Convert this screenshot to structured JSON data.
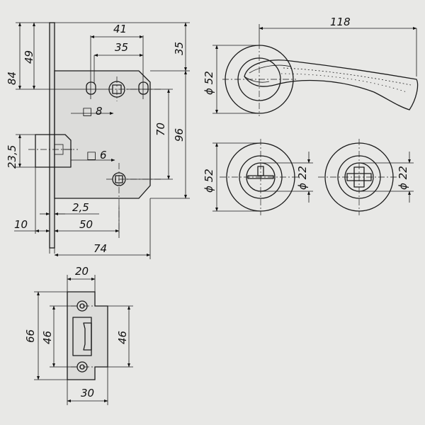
{
  "dimensions": {
    "lock_width_41": "41",
    "lock_width_35": "35",
    "top_35": "35",
    "height_84": "84",
    "height_49": "49",
    "square_8": "□ 8",
    "square_6": "□ 6",
    "spacing_70": "70",
    "height_96": "96",
    "offset_23_5": "23,5",
    "faceplate_2_5": "2,5",
    "faceplate_10": "10",
    "backset_50": "50",
    "depth_74": "74",
    "handle_118": "118",
    "rose_dia_52": "ϕ 52",
    "rose_dia_52_b": "ϕ 52",
    "escutcheon_22_a": "ϕ 22",
    "escutcheon_22_b": "ϕ 22",
    "strike_width_20": "20",
    "strike_height_66": "66",
    "strike_holes_46": "46",
    "strike_slot_46": "46",
    "strike_base_30": "30"
  },
  "colors": {
    "background": "#e8e8e6",
    "line": "#1a1a1a"
  }
}
